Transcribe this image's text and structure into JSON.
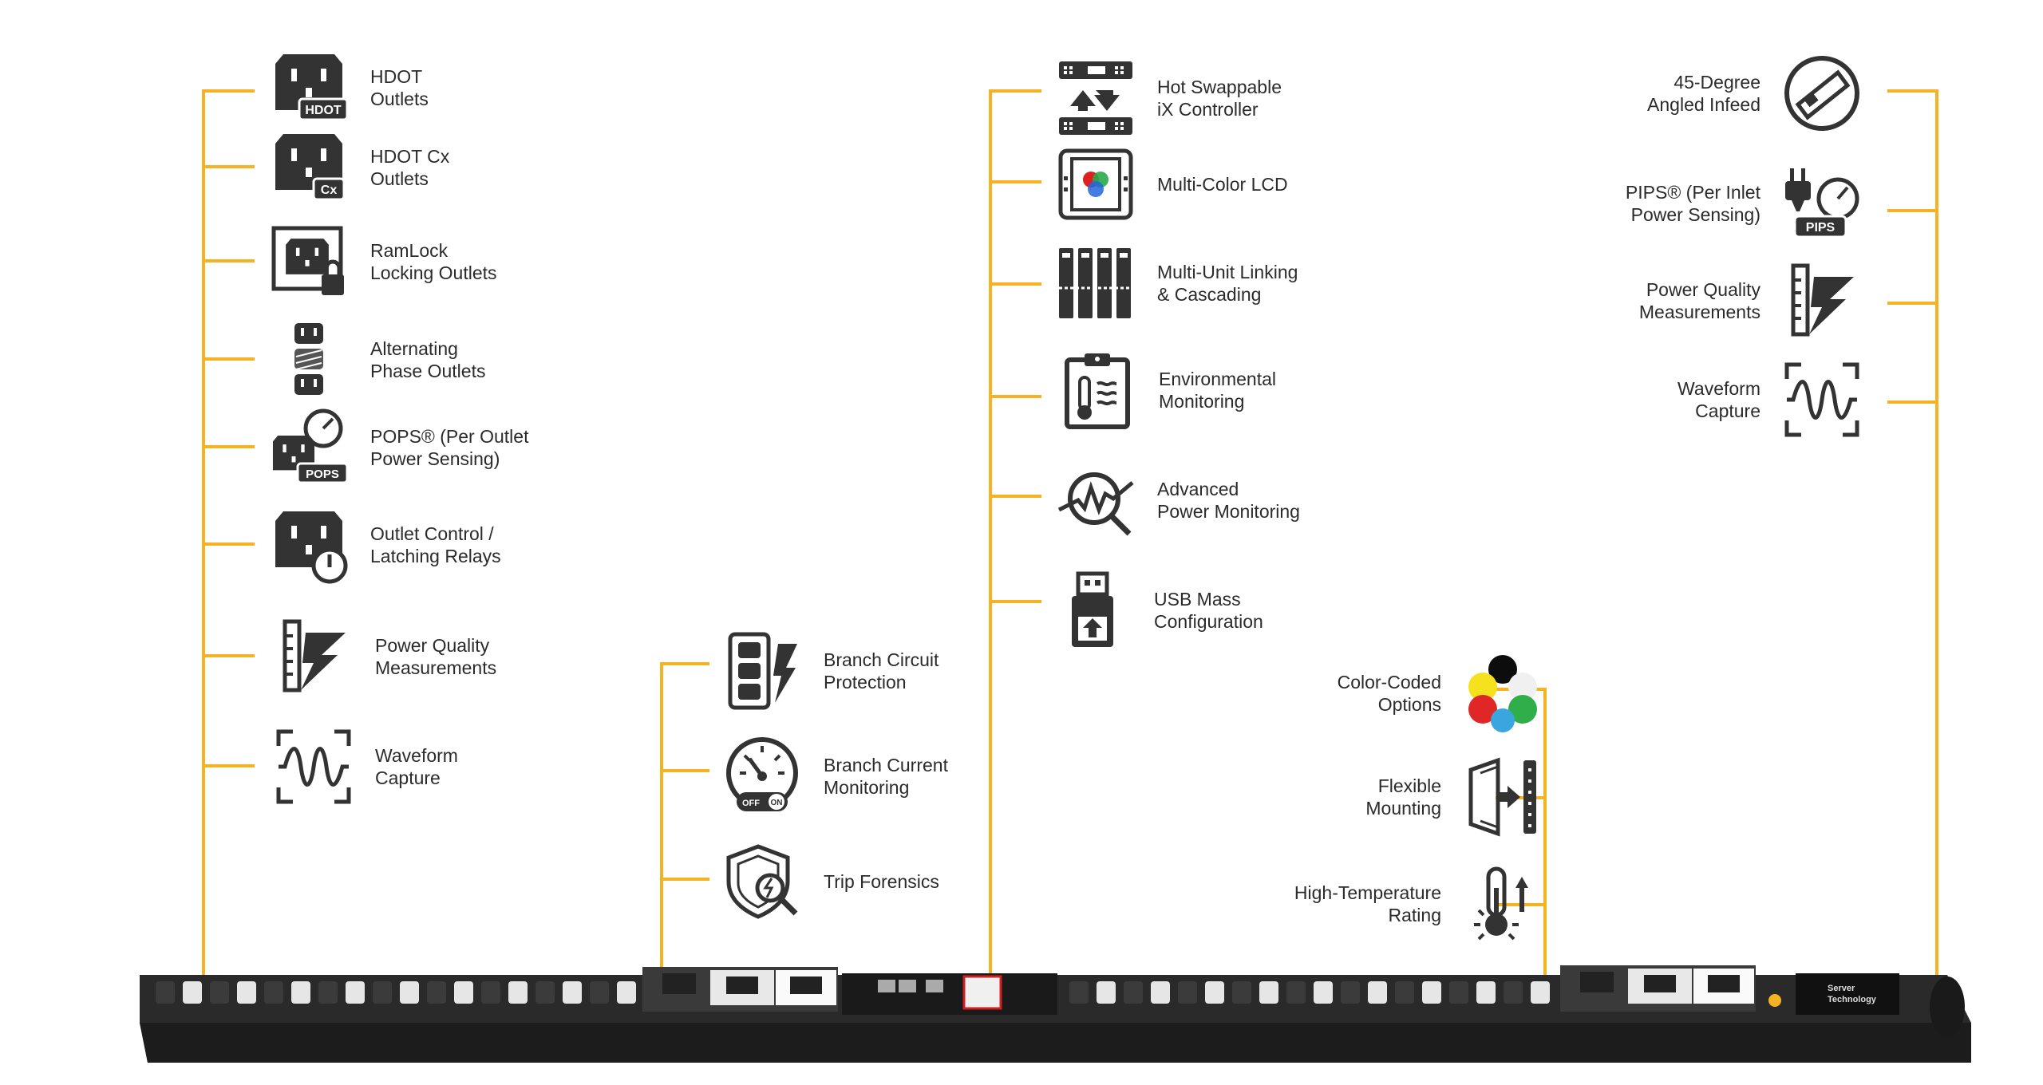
{
  "colors": {
    "accent_line": "#f5b324",
    "icon": "#333333",
    "text": "#2b2b2b",
    "pdu_body": "#2a2a2a"
  },
  "left_column": [
    {
      "icon": "hdot-outlet-icon",
      "badge": "HDOT",
      "line1": "HDOT",
      "line2": "Outlets"
    },
    {
      "icon": "hdot-cx-outlet-icon",
      "badge": "Cx",
      "line1": "HDOT Cx",
      "line2": "Outlets"
    },
    {
      "icon": "ramlock-outlet-icon",
      "line1": "RamLock",
      "line2": "Locking Outlets"
    },
    {
      "icon": "alternating-phase-icon",
      "line1": "Alternating",
      "line2": "Phase Outlets"
    },
    {
      "icon": "pops-icon",
      "badge": "POPS",
      "line1": "POPS® (Per Outlet",
      "line2": "Power Sensing)"
    },
    {
      "icon": "outlet-power-icon",
      "line1": "Outlet Control /",
      "line2": "Latching Relays"
    },
    {
      "icon": "power-quality-icon",
      "line1": "Power Quality",
      "line2": "Measurements"
    },
    {
      "icon": "waveform-icon",
      "line1": "Waveform",
      "line2": "Capture"
    }
  ],
  "branch_column": [
    {
      "icon": "branch-circuit-icon",
      "line1": "Branch Circuit",
      "line2": "Protection"
    },
    {
      "icon": "branch-current-gauge-icon",
      "off_label": "OFF",
      "on_label": "ON",
      "line1": "Branch Current",
      "line2": "Monitoring"
    },
    {
      "icon": "trip-forensics-icon",
      "line1": "Trip Forensics",
      "line2": ""
    }
  ],
  "controller_column": [
    {
      "icon": "hot-swap-controller-icon",
      "line1": "Hot Swappable",
      "line2": "iX Controller"
    },
    {
      "icon": "multi-color-lcd-icon",
      "line1": "Multi-Color LCD",
      "line2": ""
    },
    {
      "icon": "multi-unit-linking-icon",
      "line1": "Multi-Unit Linking",
      "line2": "& Cascading"
    },
    {
      "icon": "environmental-monitoring-icon",
      "line1": "Environmental",
      "line2": "Monitoring"
    },
    {
      "icon": "advanced-power-icon",
      "line1": "Advanced",
      "line2": "Power Monitoring"
    },
    {
      "icon": "usb-config-icon",
      "line1": "USB Mass",
      "line2": "Configuration"
    }
  ],
  "mid_right_column": [
    {
      "icon": "color-options-icon",
      "line1": "Color-Coded",
      "line2": "Options"
    },
    {
      "icon": "flexible-mounting-icon",
      "line1": "Flexible",
      "line2": "Mounting"
    },
    {
      "icon": "high-temp-icon",
      "line1": "High-Temperature",
      "line2": "Rating"
    }
  ],
  "right_column": [
    {
      "icon": "angled-infeed-icon",
      "line1": "45-Degree",
      "line2": "Angled Infeed"
    },
    {
      "icon": "pips-icon",
      "badge": "PIPS",
      "line1": "PIPS® (Per Inlet",
      "line2": "Power Sensing)"
    },
    {
      "icon": "power-quality-icon",
      "line1": "Power Quality",
      "line2": "Measurements"
    },
    {
      "icon": "waveform-icon",
      "line1": "Waveform",
      "line2": "Capture"
    }
  ],
  "pdu": {
    "brand_line1": "Server",
    "brand_line2": "Technology"
  }
}
